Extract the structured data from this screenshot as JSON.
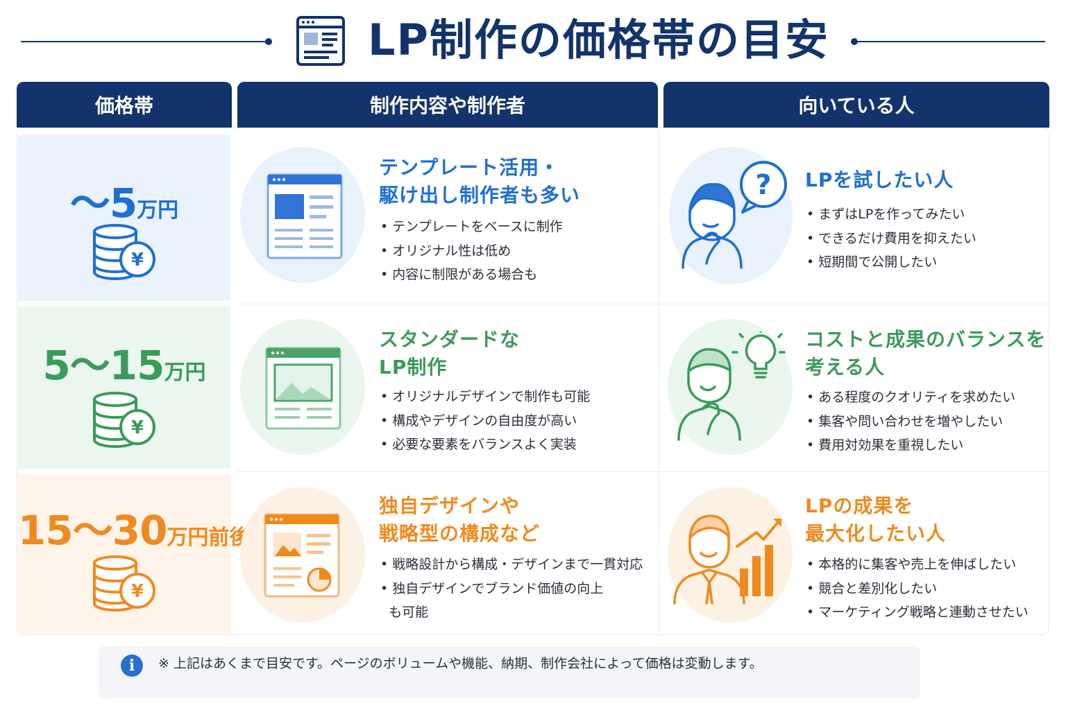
{
  "title": "LP制作の価格帯の目安",
  "headers": [
    "価格帯",
    "制作内容や制作者",
    "向いている人"
  ],
  "rows": [
    {
      "price_main": "～5",
      "price_unit": "万円",
      "content_heading": [
        "テンプレート活用・",
        "駆け出し制作者も多い"
      ],
      "content_bullets": [
        "テンプレートをベースに制作",
        "オリジナル性は低め",
        "内容に制限がある場合も"
      ],
      "person_heading": [
        "LPを試したい人"
      ],
      "person_bullets": [
        "まずはLPを作ってみたい",
        "できるだけ費用を抑えたい",
        "短期間で公開したい"
      ],
      "color": "#1f6fd0"
    },
    {
      "price_main": "5～15",
      "price_unit": "万円",
      "content_heading": [
        "スタンダードな",
        "LP制作"
      ],
      "content_bullets": [
        "オリジナルデザインで制作も可能",
        "構成やデザインの自由度が高い",
        "必要な要素をバランスよく実装"
      ],
      "person_heading": [
        "コストと成果のバランスを",
        "考える人"
      ],
      "person_bullets": [
        "ある程度のクオリティを求めたい",
        "集客や問い合わせを増やしたい",
        "費用対効果を重視したい"
      ],
      "color": "#3c9a5a"
    },
    {
      "price_main": "15～30",
      "price_unit": "万円前後",
      "content_heading": [
        "独自デザインや",
        "戦略型の構成など"
      ],
      "content_bullets": [
        "戦略設計から構成・デザインまで一貫対応",
        "独自デザインでブランド価値の向上",
        "も可能"
      ],
      "person_heading": [
        "LPの成果を",
        "最大化したい人"
      ],
      "person_bullets": [
        "本格的に集客や売上を伸ばしたい",
        "競合と差別化したい",
        "マーケティング戦略と連動させたい"
      ],
      "color": "#ef8a1f"
    }
  ],
  "coin_symbol": "¥",
  "note": {
    "icon": "info-icon",
    "text": "※ 上記はあくまで目安です。ページのボリュームや機能、納期、制作会社によって価格は変動します。"
  }
}
